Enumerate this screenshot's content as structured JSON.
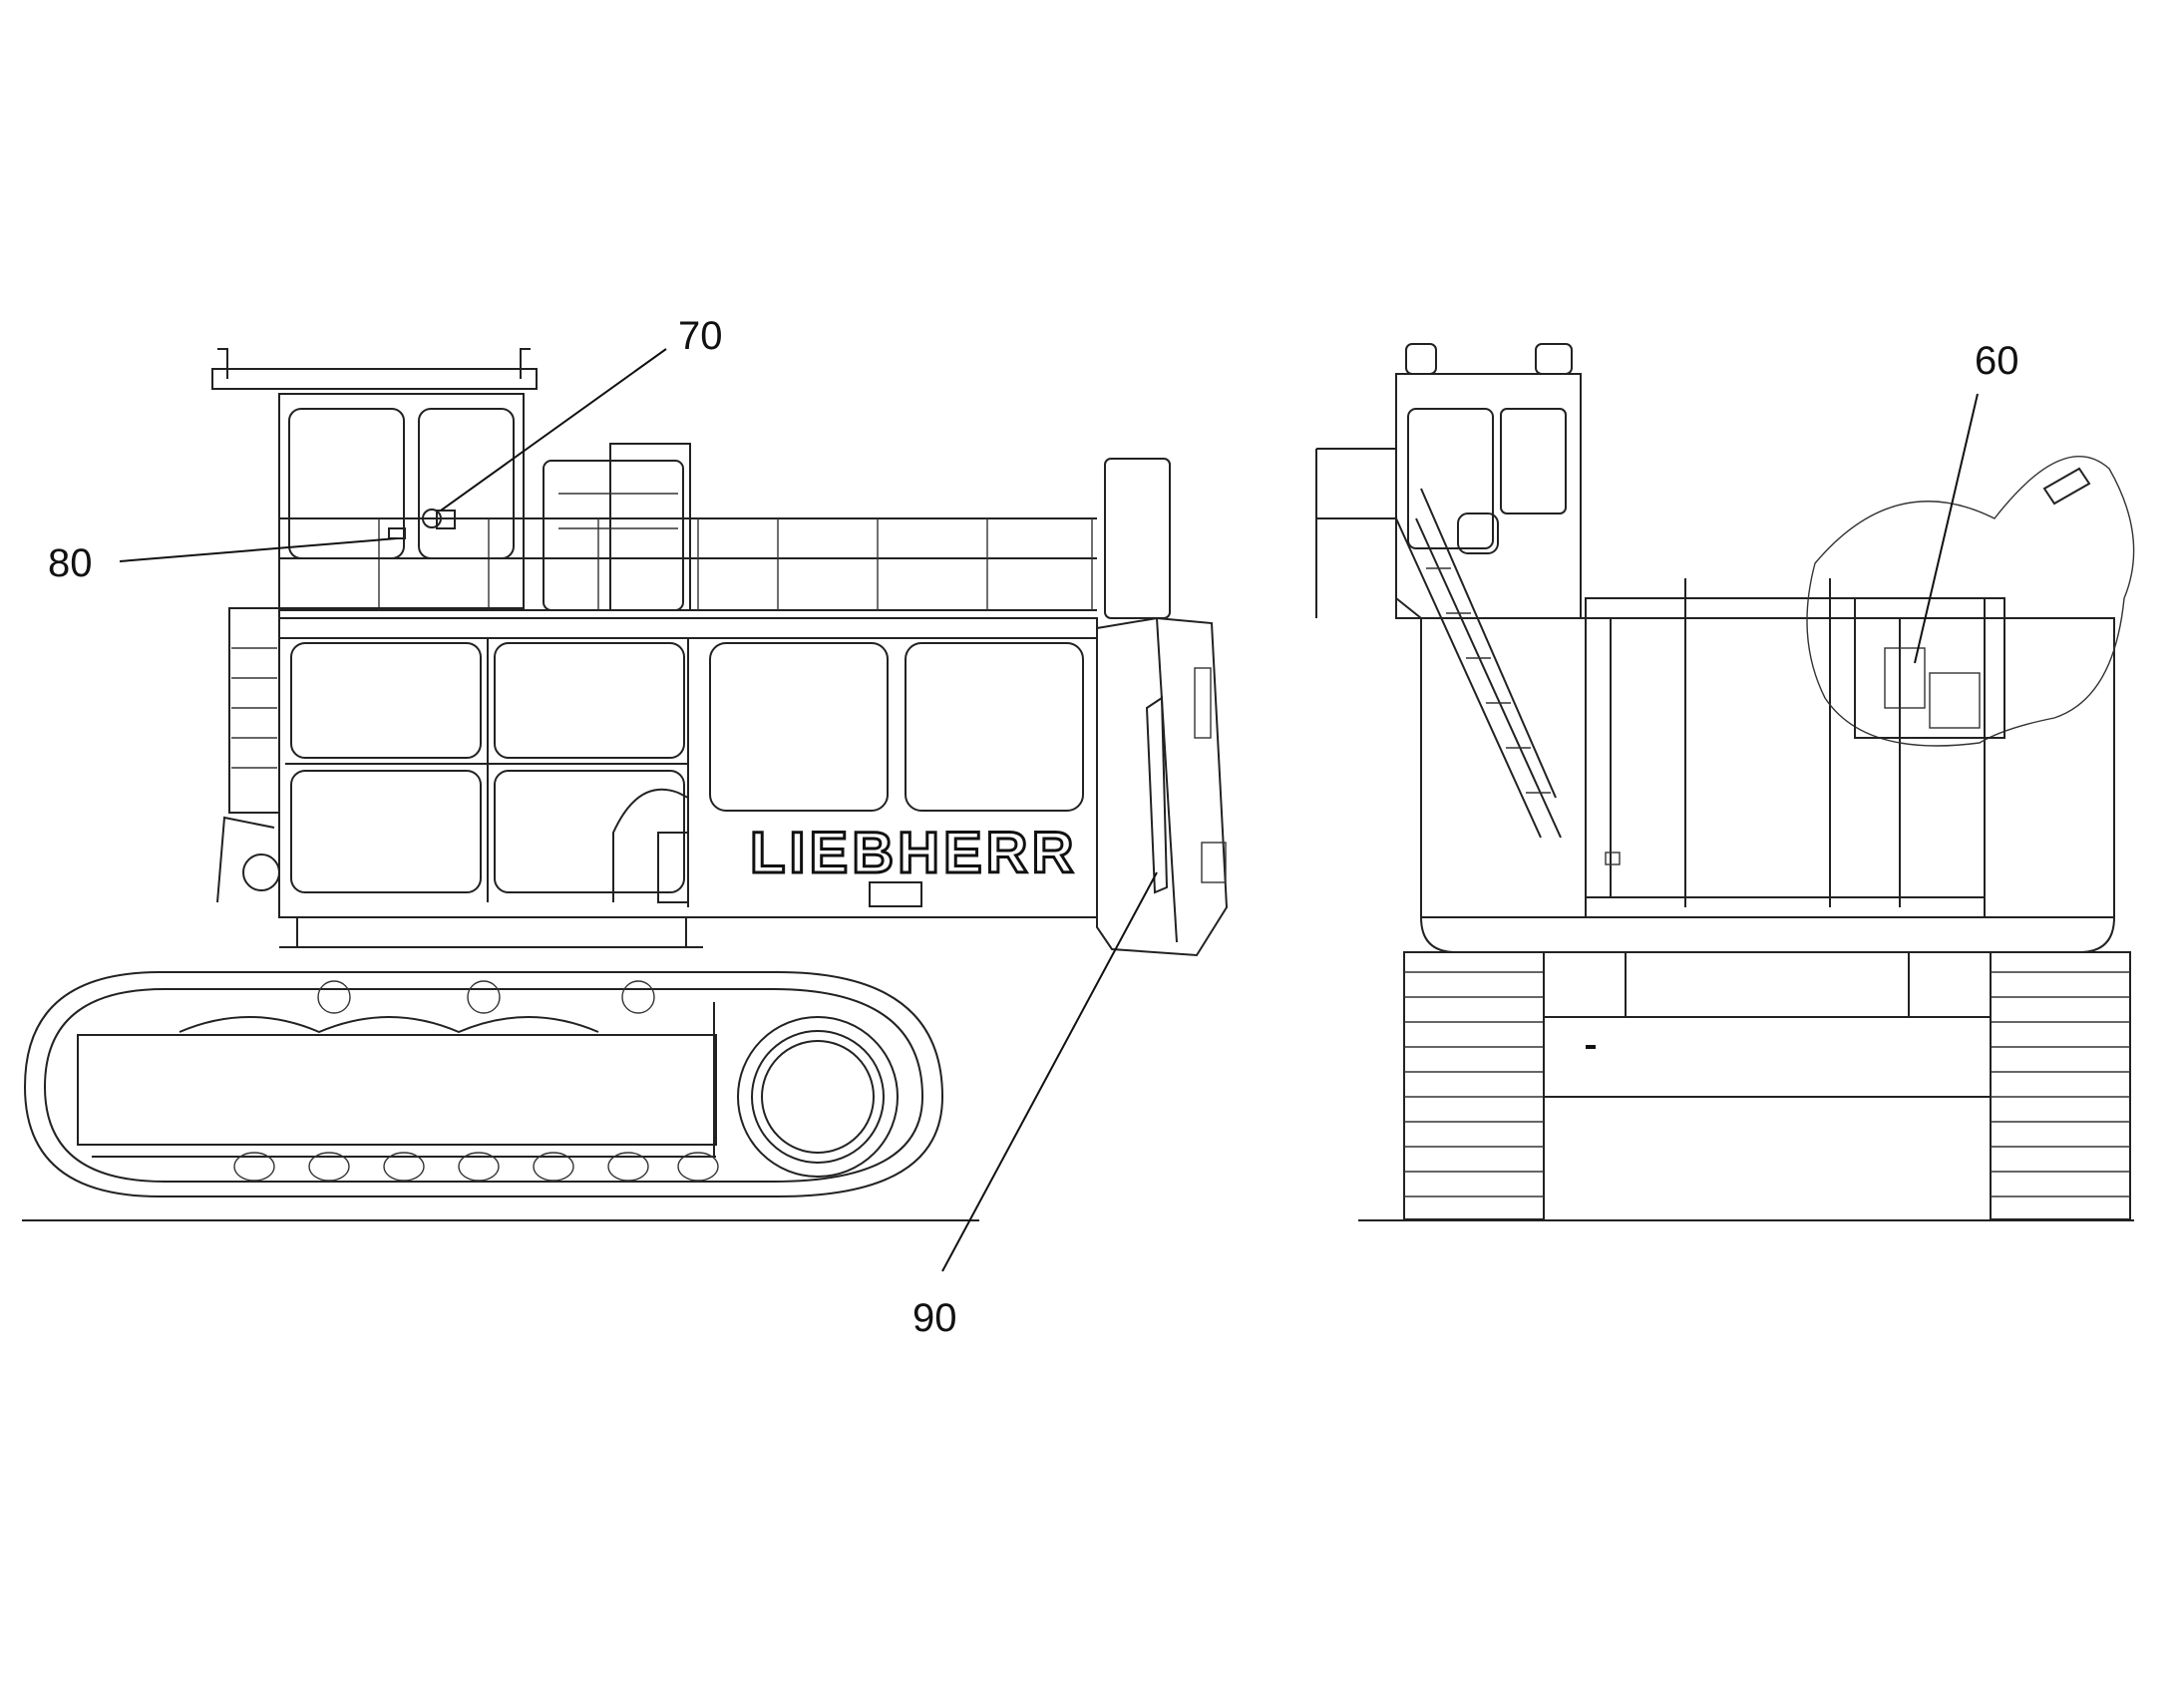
{
  "drawing": {
    "brand_text": "LIEBHERR",
    "callouts": {
      "c60": "60",
      "c70": "70",
      "c80": "80",
      "c90": "90"
    }
  }
}
